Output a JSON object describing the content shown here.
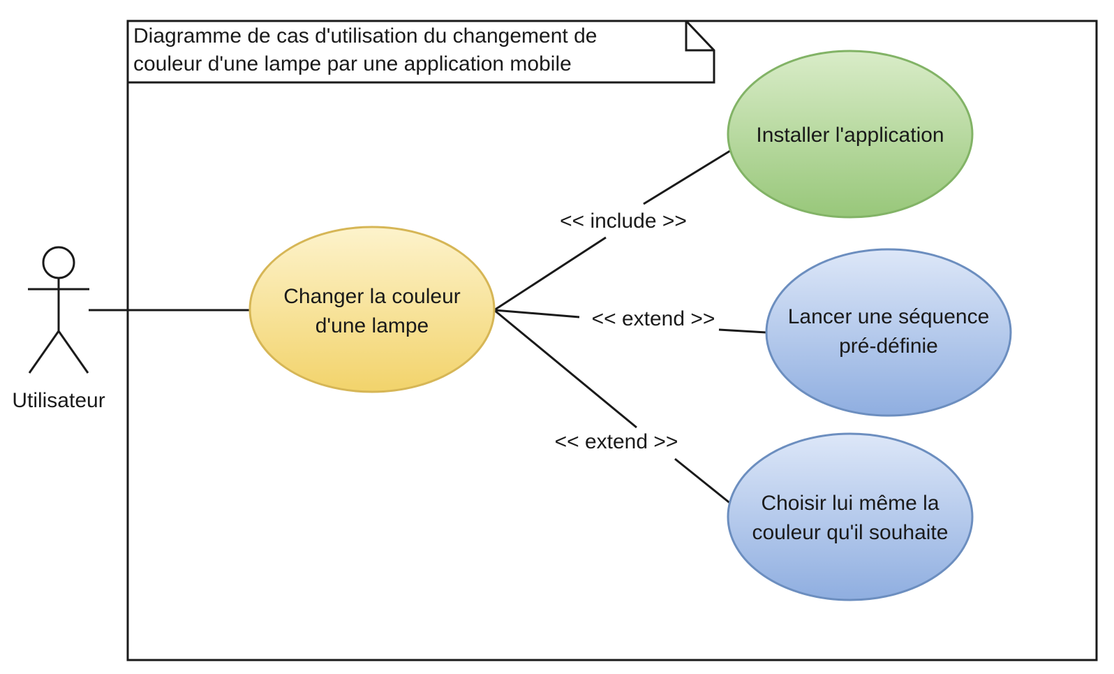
{
  "title_note": {
    "line1": "Diagramme de cas d'utilisation du changement de",
    "line2": "couleur d'une lampe par une application mobile"
  },
  "actor": {
    "label": "Utilisateur"
  },
  "use_cases": {
    "main": {
      "line1": "Changer la couleur",
      "line2": "d'une lampe",
      "color": "#f6d77a"
    },
    "install": {
      "line1": "Installer l'application",
      "color": "#a9d08e"
    },
    "sequence": {
      "line1": "Lancer une séquence",
      "line2": "pré-définie",
      "color": "#a9bfe8"
    },
    "choose": {
      "line1": "Choisir lui même la",
      "line2": "couleur qu'il souhaite",
      "color": "#a9bfe8"
    }
  },
  "relations": {
    "include": "<< include >>",
    "extend_sequence": "<< extend >>",
    "extend_choose": "<< extend >>"
  }
}
